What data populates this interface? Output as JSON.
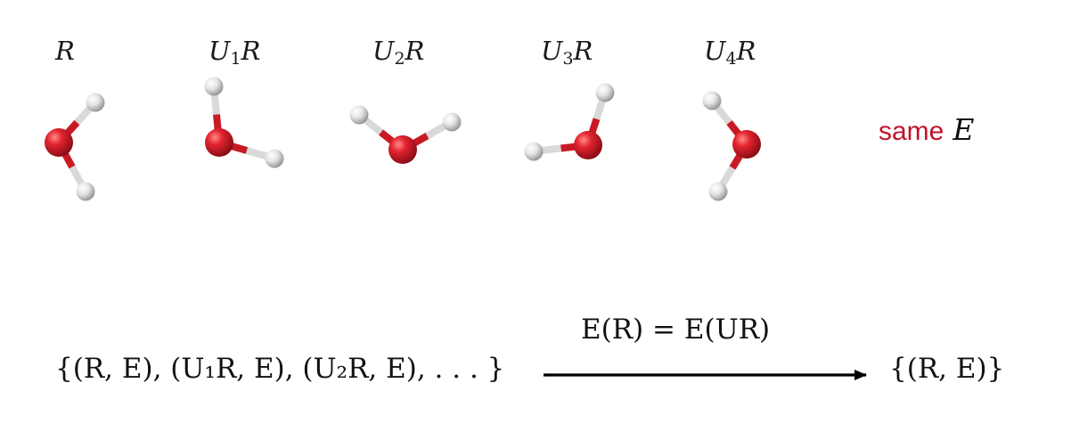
{
  "molecules": [
    {
      "label_main": "R",
      "label_sub": "",
      "label_tail": ""
    },
    {
      "label_main": "U",
      "label_sub": "1",
      "label_tail": "R"
    },
    {
      "label_main": "U",
      "label_sub": "2",
      "label_tail": "R"
    },
    {
      "label_main": "U",
      "label_sub": "3",
      "label_tail": "R"
    },
    {
      "label_main": "U",
      "label_sub": "4",
      "label_tail": "R"
    }
  ],
  "energy_note": {
    "word": "same",
    "symbol": "E"
  },
  "dataset_before": "{(R, E), (U₁R, E), (U₂R, E), . . . }",
  "relation": "E(R) = E(UR)",
  "dataset_after": "{(R, E)}",
  "colors": {
    "oxygen": "#d81e2a",
    "hydrogen": "#e6e6e6",
    "accent": "#c0142a",
    "arrow": "#000000"
  }
}
